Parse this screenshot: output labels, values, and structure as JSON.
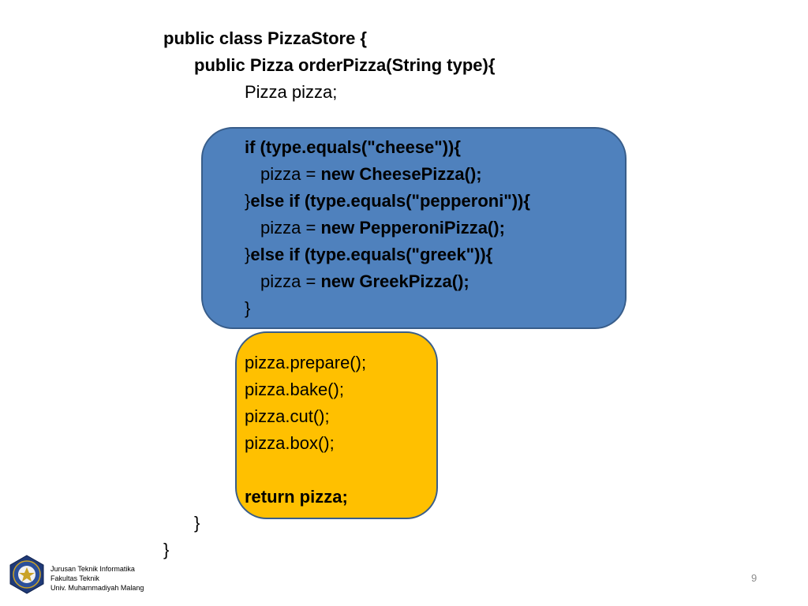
{
  "code": {
    "class_decl": "public class PizzaStore {",
    "method_decl": "public Pizza orderPizza(String type){",
    "var_decl": "Pizza pizza;",
    "if_cheese": "if (type.equals(\"cheese\")){",
    "assign_prefix": "pizza = ",
    "new_cheese": "new CheesePizza();",
    "close_brace": "}",
    "else_pepperoni": "else if (type.equals(\"pepperoni\")){",
    "new_pepperoni": "new PepperoniPizza();",
    "else_greek": "else if (type.equals(\"greek\")){",
    "new_greek": "new GreekPizza();",
    "prepare": "pizza.prepare();",
    "bake": "pizza.bake();",
    "cut": "pizza.cut();",
    "box": "pizza.box();",
    "return_stmt": "return pizza;",
    "method_close": "}",
    "class_close": "}"
  },
  "footer": {
    "line1": "Jurusan Teknik Informatika",
    "line2": "Fakultas Teknik",
    "line3": "Univ. Muhammadiyah Malang"
  },
  "page_number": "9",
  "colors": {
    "blue_box": "#4f81bd",
    "yellow_box": "#ffc000",
    "box_border": "#385d8a"
  },
  "icons": {
    "logo": "university-logo"
  }
}
